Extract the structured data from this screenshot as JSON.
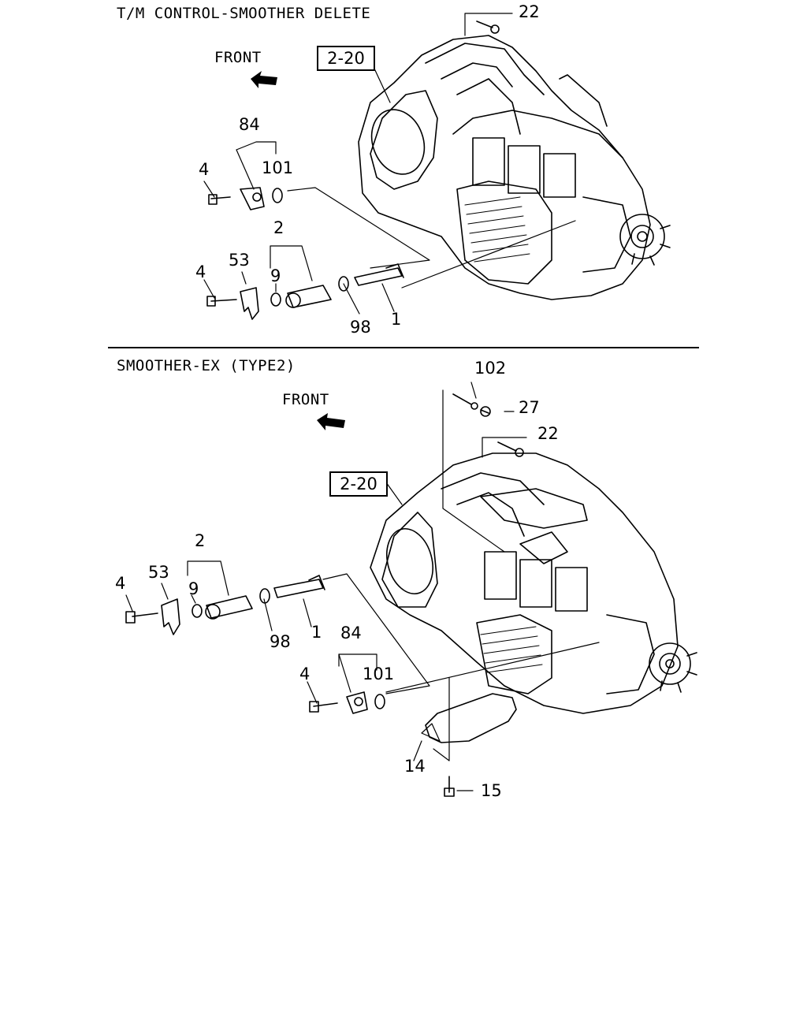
{
  "sections": [
    {
      "title": "T/M CONTROL-SMOOTHER DELETE",
      "front_label": "FRONT",
      "ref_box": "2-20",
      "callouts": {
        "c22": "22",
        "c84": "84",
        "c4a": "4",
        "c101": "101",
        "c2": "2",
        "c4b": "4",
        "c53": "53",
        "c9": "9",
        "c98": "98",
        "c1": "1"
      }
    },
    {
      "title": "SMOOTHER-EX (TYPE2)",
      "front_label": "FRONT",
      "ref_box": "2-20",
      "callouts": {
        "c102": "102",
        "c27": "27",
        "c22": "22",
        "c2": "2",
        "c4a": "4",
        "c53": "53",
        "c9": "9",
        "c98": "98",
        "c1": "1",
        "c84": "84",
        "c4b": "4",
        "c101": "101",
        "c14": "14",
        "c15": "15"
      }
    }
  ],
  "icons": [
    "front-arrow-icon",
    "transmission-drawing",
    "part-drawing"
  ]
}
